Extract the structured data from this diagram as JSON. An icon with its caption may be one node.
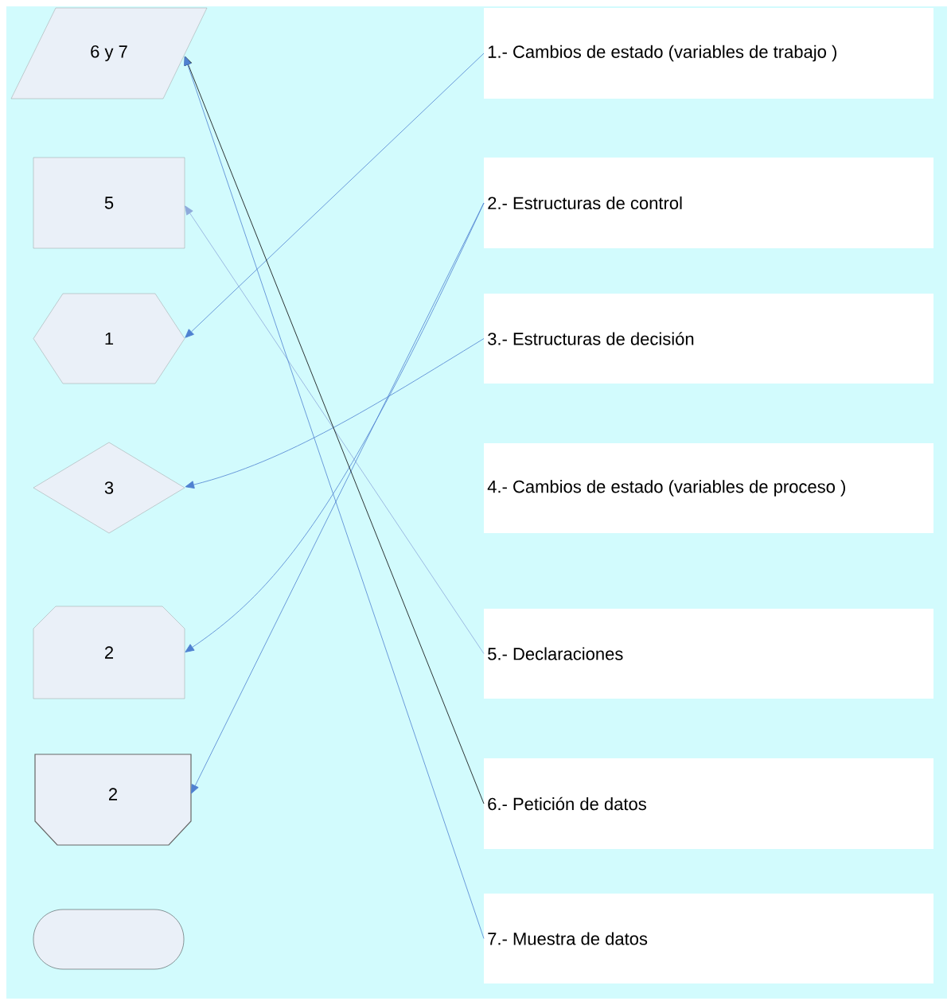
{
  "diagram": {
    "nodes": [
      {
        "text": [
          "6 y 7"
        ]
      },
      {
        "text": [
          "5"
        ]
      },
      {
        "text": [
          "1"
        ]
      },
      {
        "text": [
          "3"
        ]
      },
      {
        "text": [
          "2"
        ]
      },
      {
        "text": [
          "2"
        ]
      },
      {
        "text": [],
        "shape": "capsule"
      },
      {
        "text": [
          "1.- Cambios de estado (variables de trabajo )"
        ]
      },
      {
        "text": [
          "2.- Estructuras de control"
        ]
      },
      {
        "text": [
          "3.- Estructuras de decisión"
        ]
      },
      {
        "text": [
          "4.- Cambios de estado (variables de proceso )"
        ]
      },
      {
        "text": [
          "5.- Declaraciones"
        ]
      },
      {
        "text": [
          "6.- Petición de datos"
        ]
      },
      {
        "text": [
          "7.- Muestra de datos"
        ]
      }
    ],
    "edges": [
      {
        "from": 7,
        "to": 2,
        "arrow": "to"
      },
      {
        "from": 8,
        "to": 4,
        "arrow": "to"
      },
      {
        "from": 8,
        "to": 5,
        "arrow": "to"
      },
      {
        "from": 9,
        "to": 3,
        "arrow": "to"
      },
      {
        "from": 11,
        "to": 1,
        "arrow": "to",
        "color": "#8eaadb"
      },
      {
        "from": 12,
        "to": 0,
        "arrow": "to",
        "color": "#000000"
      },
      {
        "from": 13,
        "to": 0,
        "arrow": "to"
      }
    ]
  }
}
